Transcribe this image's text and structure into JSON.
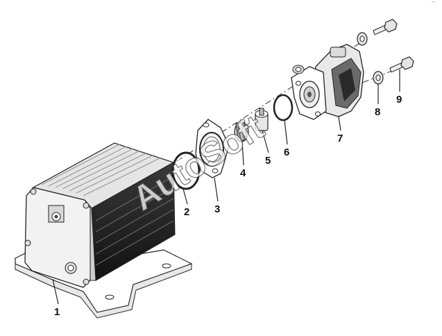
{
  "diagram": {
    "type": "exploded-parts-view",
    "callouts": [
      {
        "id": "1",
        "label": "1"
      },
      {
        "id": "2",
        "label": "2"
      },
      {
        "id": "3",
        "label": "3"
      },
      {
        "id": "4",
        "label": "4"
      },
      {
        "id": "5",
        "label": "5"
      },
      {
        "id": "6",
        "label": "6"
      },
      {
        "id": "7",
        "label": "7"
      },
      {
        "id": "8",
        "label": "8"
      },
      {
        "id": "9",
        "label": "9"
      }
    ],
    "watermark": "AutoSoft",
    "corner_mark": "´´"
  }
}
